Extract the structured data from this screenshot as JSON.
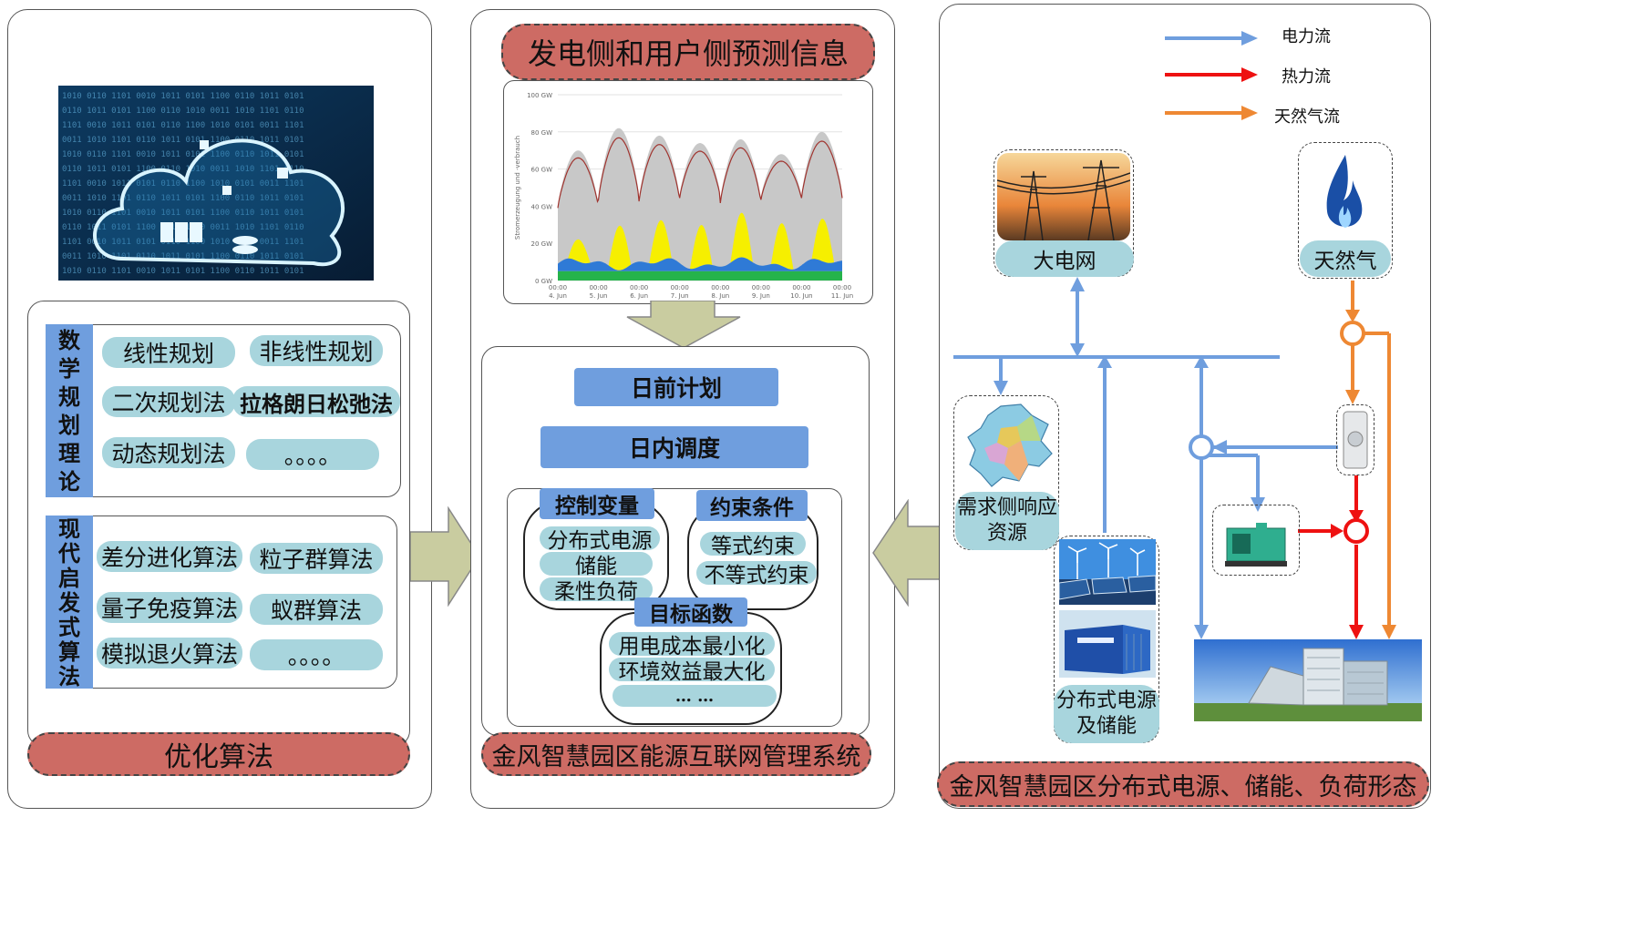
{
  "left": {
    "math_theory": [
      "数",
      "学",
      "规",
      "划",
      "理",
      "论"
    ],
    "math_methods": [
      "线性规划",
      "非线性规划",
      "二次规划法",
      "拉格朗日松弛法",
      "动态规划法",
      "。。。。"
    ],
    "heuristic": [
      "现",
      "代",
      "启",
      "发",
      "式",
      "算",
      "法"
    ],
    "heuristic_methods": [
      "差分进化算法",
      "粒子群算法",
      "量子免疫算法",
      "蚁群算法",
      "模拟退火算法",
      "。。。。"
    ],
    "footer": "优化算法"
  },
  "middle": {
    "header": "发电侧和用户侧预测信息",
    "chart_data": {
      "type": "area",
      "ylabel": "Stromerzeugung und -verbrauch",
      "y_ticks": [
        "100 GW",
        "80 GW",
        "60 GW",
        "40 GW",
        "20 GW",
        "0 GW"
      ],
      "ylim": [
        0,
        100
      ],
      "x_ticks": [
        {
          "time": "00:00",
          "date": "4. Jun"
        },
        {
          "time": "00:00",
          "date": "5. Jun"
        },
        {
          "time": "00:00",
          "date": "6. Jun"
        },
        {
          "time": "00:00",
          "date": "7. Jun"
        },
        {
          "time": "00:00",
          "date": "8. Jun"
        },
        {
          "time": "00:00",
          "date": "9. Jun"
        },
        {
          "time": "00:00",
          "date": "10. Jun"
        },
        {
          "time": "00:00",
          "date": "11. Jun"
        }
      ],
      "colors": {
        "consumption_area": "#c8c8c8",
        "consumption_line": "#a0342f",
        "solar": "#f6ef00",
        "wind": "#2f7ad6",
        "base": "#25b34b"
      },
      "solar_peaks_gw": [
        12,
        24,
        22,
        22,
        24,
        23,
        23
      ],
      "consumption_peak_gw": [
        70,
        82,
        78,
        74,
        76,
        68,
        80
      ],
      "consumption_trough_gw": [
        40,
        45,
        44,
        46,
        43,
        45,
        46
      ]
    },
    "day_ahead": "日前计划",
    "intraday": "日内调度",
    "control_vars_title": "控制变量",
    "control_vars": [
      "分布式电源",
      "储能",
      "柔性负荷"
    ],
    "constraints_title": "约束条件",
    "constraints": [
      "等式约束",
      "不等式约束"
    ],
    "objective_title": "目标函数",
    "objectives": [
      "用电成本最小化",
      "环境效益最大化",
      "… …"
    ],
    "footer": "金风智慧园区能源互联网管理系统"
  },
  "right": {
    "legend": [
      {
        "label": "电力流",
        "color": "#6f9ede"
      },
      {
        "label": "热力流",
        "color": "#ee1111"
      },
      {
        "label": "天然气流",
        "color": "#ee8833"
      }
    ],
    "grid_label": "大电网",
    "gas_label": "天然气",
    "demand_label": [
      "需求侧响应",
      "资源"
    ],
    "dg_label": [
      "分布式电源",
      "及储能"
    ],
    "footer": "金风智慧园区分布式电源、储能、负荷形态"
  }
}
